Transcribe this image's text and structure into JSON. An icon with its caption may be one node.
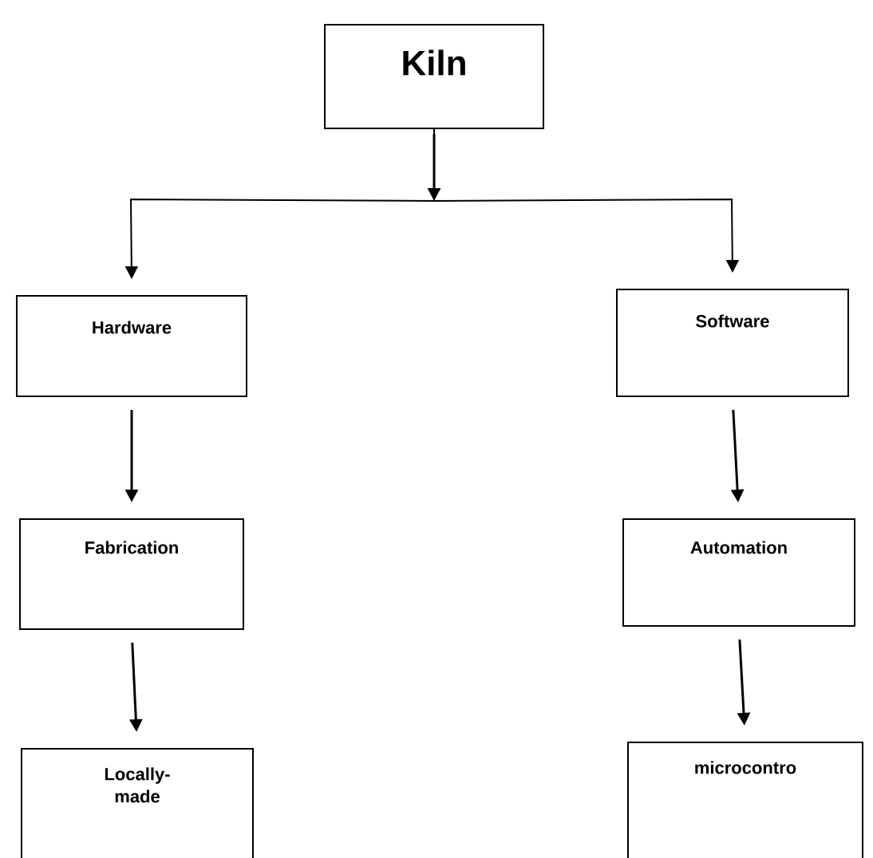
{
  "diagram": {
    "nodes": [
      {
        "text": [
          "Kiln"
        ]
      },
      {
        "text": [
          "Hardware"
        ]
      },
      {
        "text": [
          "Software"
        ]
      },
      {
        "text": [
          "Fabrication"
        ]
      },
      {
        "text": [
          "Automation"
        ]
      },
      {
        "text": [
          "Locally-made"
        ]
      },
      {
        "text": [
          "microcontro"
        ]
      }
    ],
    "edges": [
      {
        "from": 0,
        "to": 1,
        "arrow": "to"
      },
      {
        "from": 0,
        "to": 2,
        "arrow": "to"
      },
      {
        "from": 1,
        "to": 3,
        "arrow": "to"
      },
      {
        "from": 3,
        "to": 5,
        "arrow": "to"
      },
      {
        "from": 2,
        "to": 4,
        "arrow": "to"
      },
      {
        "from": 4,
        "to": 6,
        "arrow": "to"
      }
    ]
  }
}
